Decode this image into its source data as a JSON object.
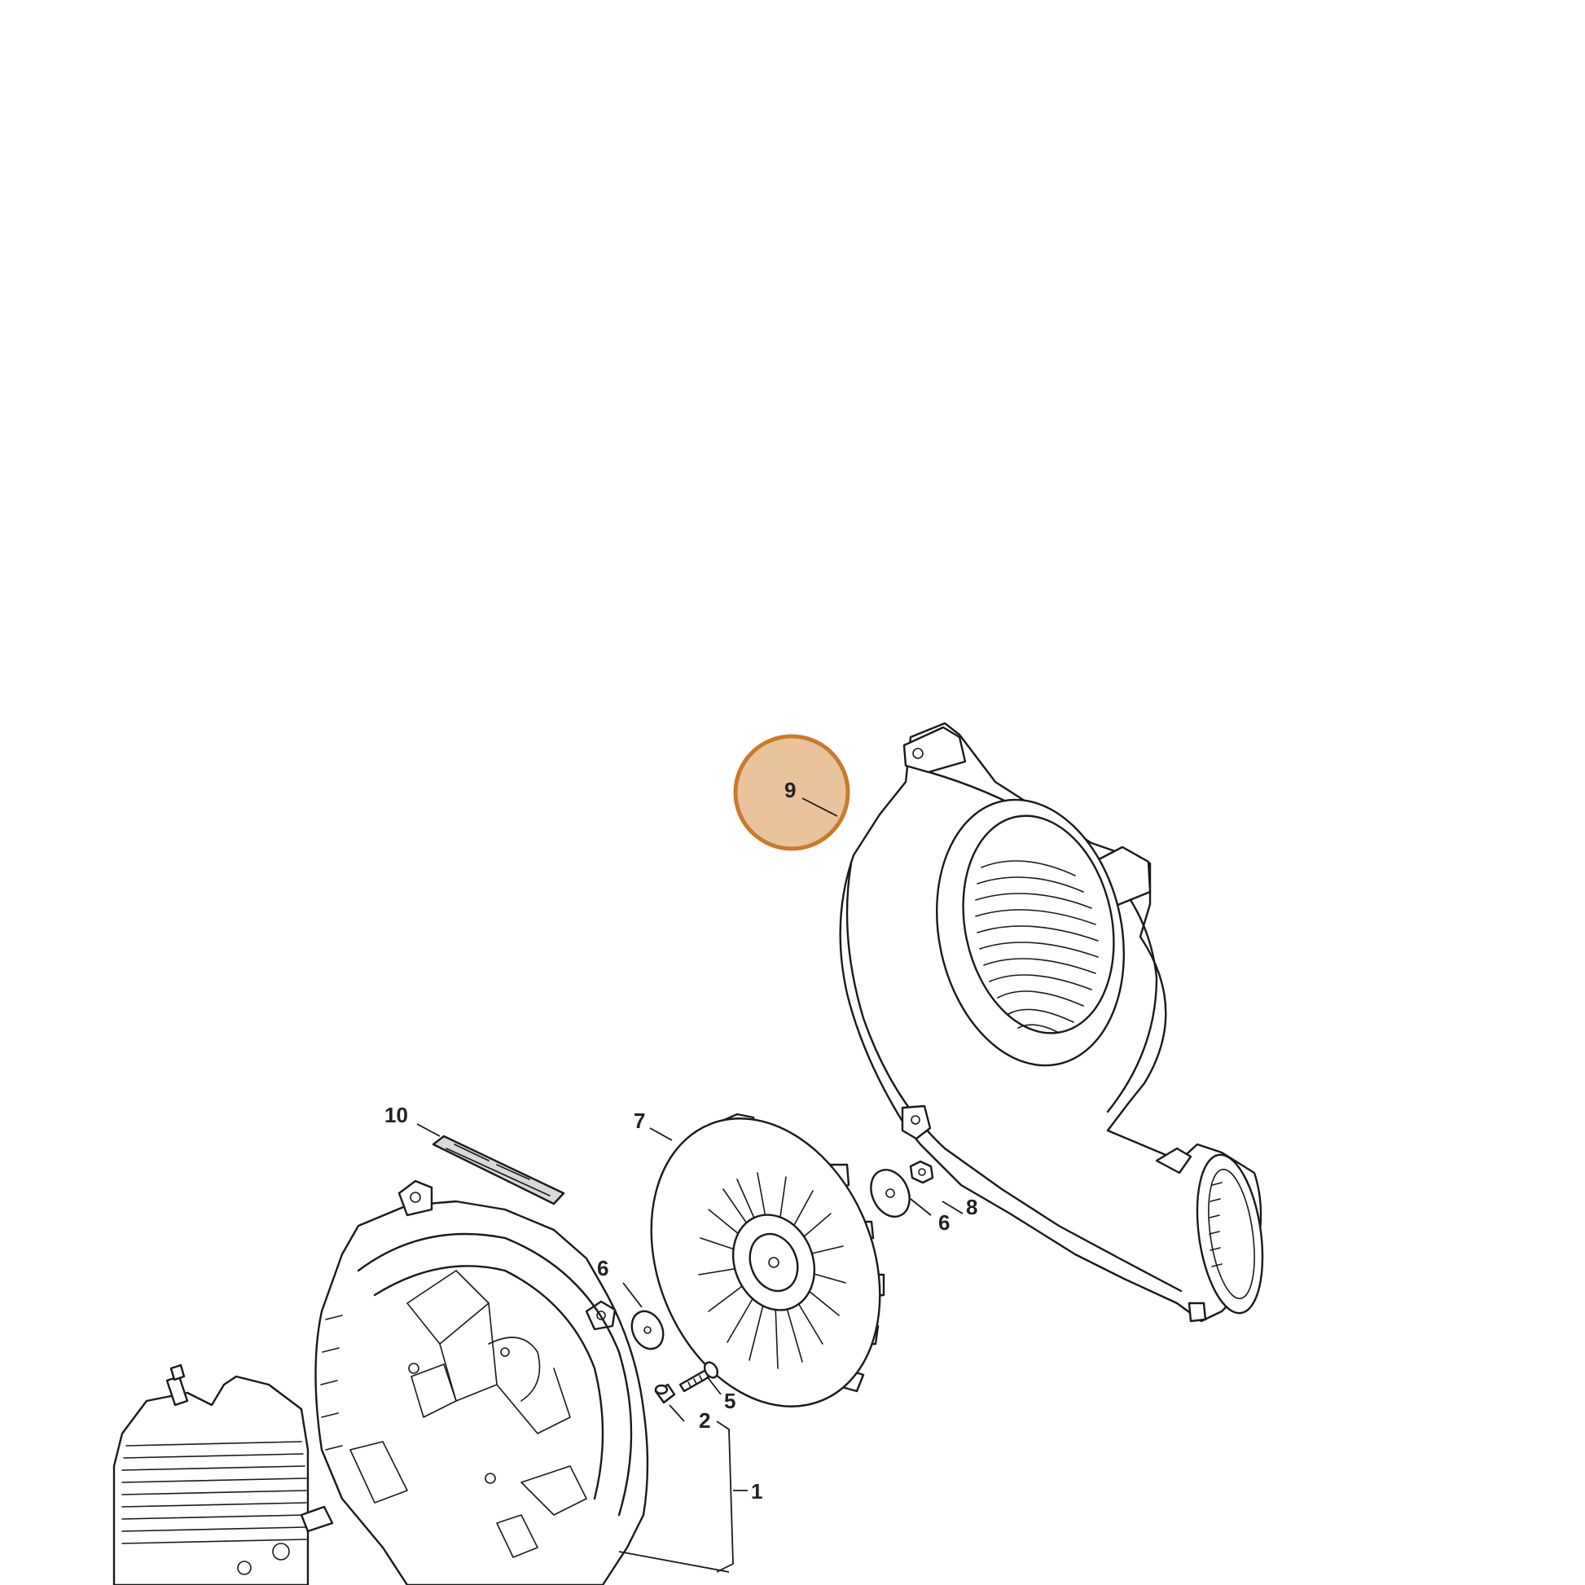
{
  "diagram": {
    "callouts": [
      {
        "id": "c1",
        "label": "1"
      },
      {
        "id": "c2",
        "label": "2"
      },
      {
        "id": "c5",
        "label": "5"
      },
      {
        "id": "c6a",
        "label": "6"
      },
      {
        "id": "c6b",
        "label": "6"
      },
      {
        "id": "c7",
        "label": "7"
      },
      {
        "id": "c8",
        "label": "8"
      },
      {
        "id": "c9",
        "label": "9"
      },
      {
        "id": "c10",
        "label": "10"
      }
    ],
    "highlighted_part": "9",
    "highlight_color": "#e9c39b",
    "highlight_border_color": "#c97a2b"
  }
}
